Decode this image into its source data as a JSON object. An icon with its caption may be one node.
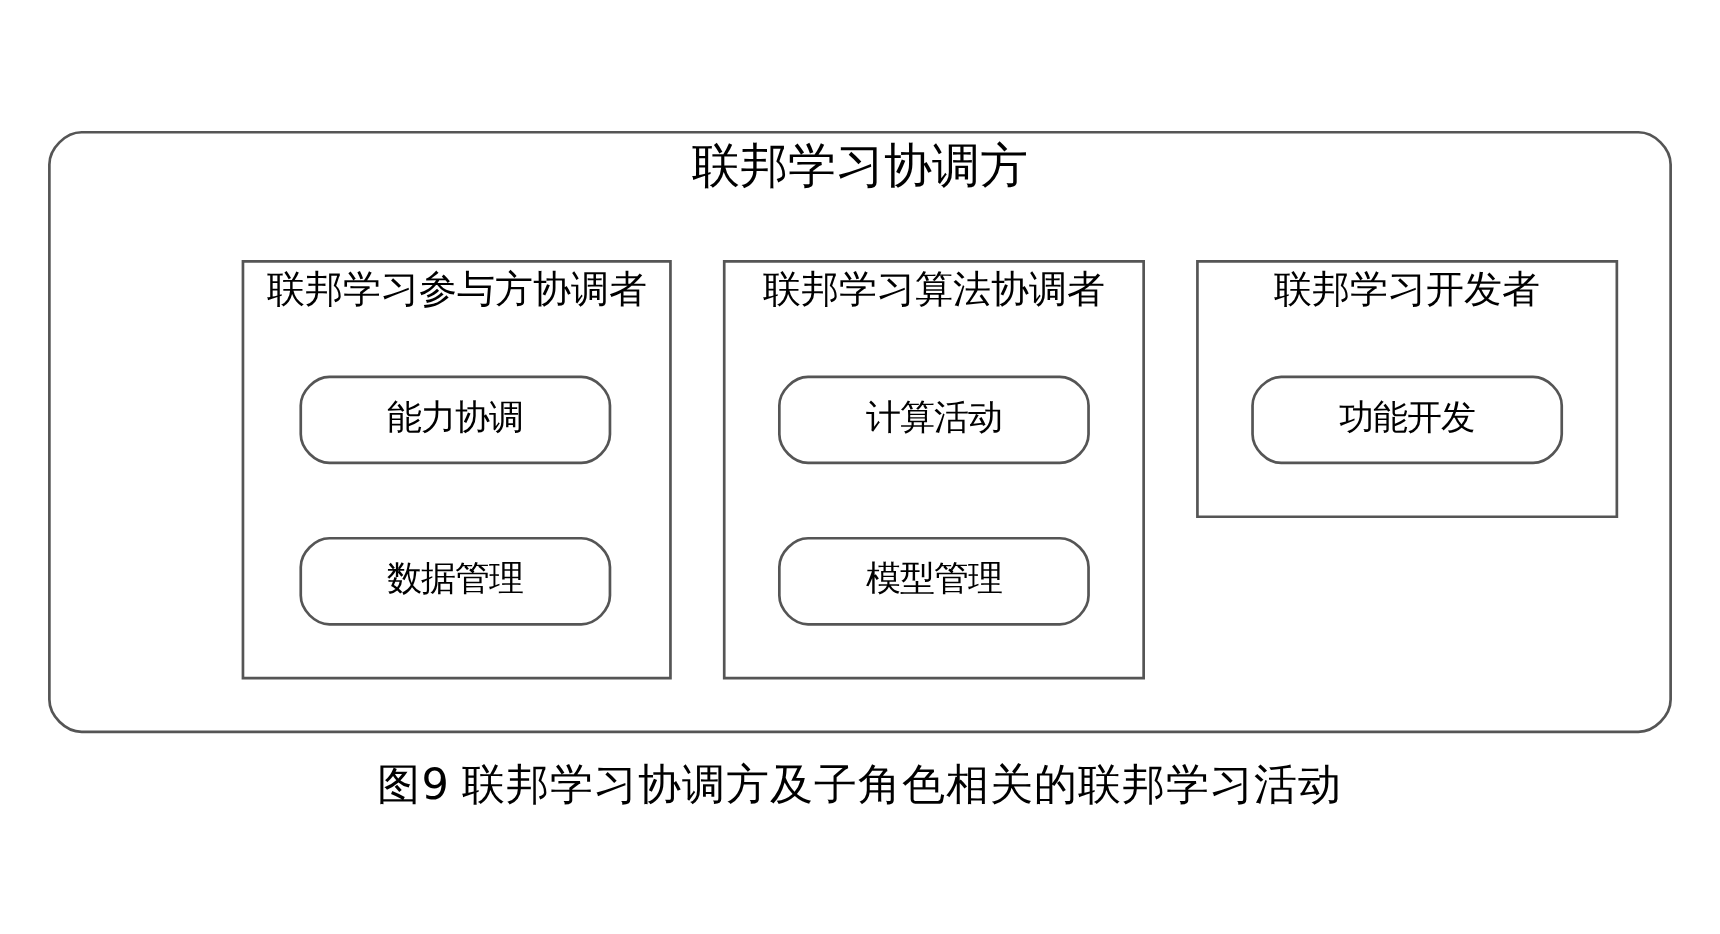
{
  "diagram": {
    "caption": "图9 联邦学习协调方及子角色相关的联邦学习活动",
    "nodes": [
      {
        "text": [
          "联邦学习协调方"
        ]
      },
      {
        "text": [
          "联邦学习开发者"
        ],
        "in": 0
      },
      {
        "text": [
          "功能开发"
        ],
        "in": 1
      },
      {
        "text": [
          "联邦学习算法协调者"
        ],
        "in": 0
      },
      {
        "text": [
          "计算活动"
        ],
        "in": 3
      },
      {
        "text": [
          "模型管理"
        ],
        "in": 3
      },
      {
        "text": [
          "联邦学习参与方协调者"
        ],
        "in": 0
      },
      {
        "text": [
          "能力协调"
        ],
        "in": 6
      },
      {
        "text": [
          "数据管理"
        ],
        "in": 6
      }
    ],
    "edges": []
  }
}
